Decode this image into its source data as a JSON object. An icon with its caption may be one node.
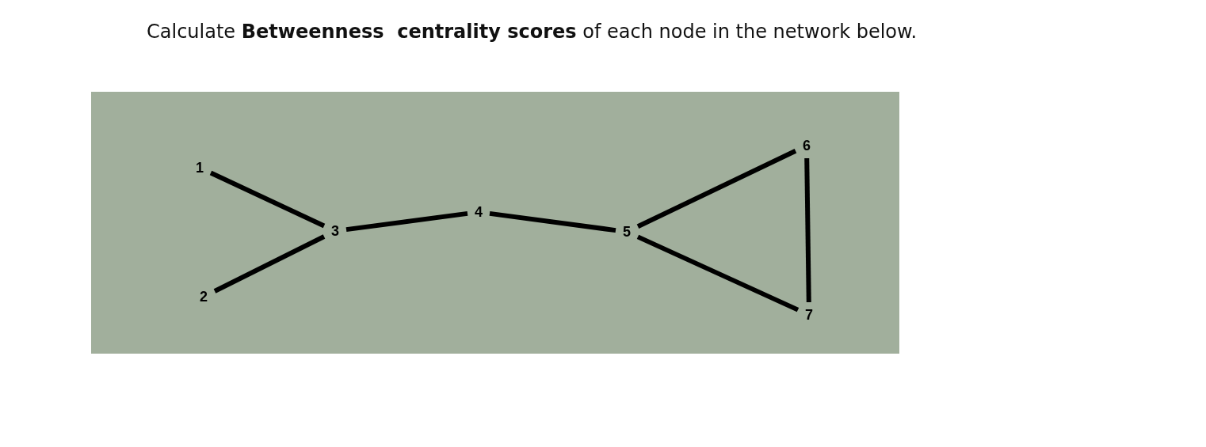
{
  "diagram": {
    "title": "Calculate **Betweenness  centrality scores** of each node in the network below.",
    "nodes": [
      {
        "text": [
          "1"
        ]
      },
      {
        "text": [
          "2"
        ]
      },
      {
        "text": [
          "3"
        ]
      },
      {
        "text": [
          "4"
        ]
      },
      {
        "text": [
          "5"
        ]
      },
      {
        "text": [
          "6"
        ]
      },
      {
        "text": [
          "7"
        ]
      }
    ],
    "edges": [
      {
        "from": 0,
        "to": 2,
        "arrow": "none"
      },
      {
        "from": 1,
        "to": 2,
        "arrow": "none"
      },
      {
        "from": 2,
        "to": 3,
        "arrow": "none"
      },
      {
        "from": 3,
        "to": 4,
        "arrow": "none"
      },
      {
        "from": 4,
        "to": 5,
        "arrow": "none"
      },
      {
        "from": 4,
        "to": 6,
        "arrow": "none"
      },
      {
        "from": 5,
        "to": 6,
        "arrow": "none"
      }
    ]
  }
}
